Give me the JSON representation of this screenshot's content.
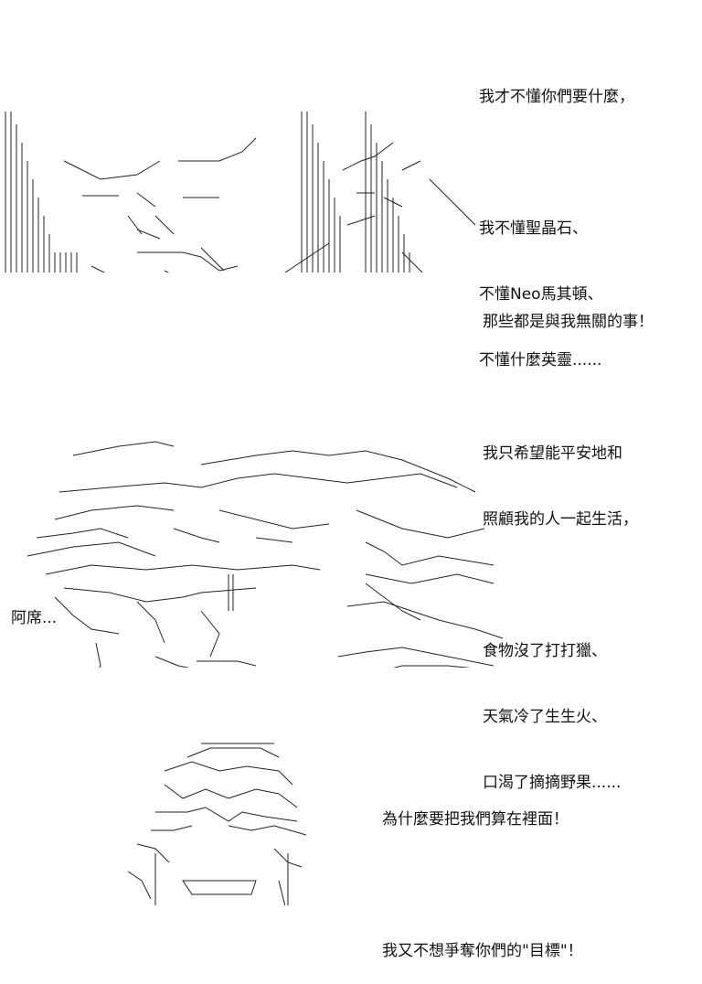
{
  "panel1": {
    "caption": [
      "我才不懂你們要什麼，",
      "",
      "我不懂聖晶石、",
      "不懂Neo馬其頓、",
      "不懂什麼英靈......"
    ]
  },
  "panel2": {
    "caption": [
      "那些都是與我無關的事！",
      "",
      "我只希望能平安地和",
      "照顧我的人一起生活，",
      "",
      "食物沒了打打獵、",
      "天氣冷了生生火、",
      "口渴了摘摘野果......"
    ],
    "side_text": "阿席..."
  },
  "panel3": {
    "caption": [
      "為什麼要把我們算在裡面！",
      "",
      "我又不想爭奪你們的\"目標\"！"
    ]
  }
}
